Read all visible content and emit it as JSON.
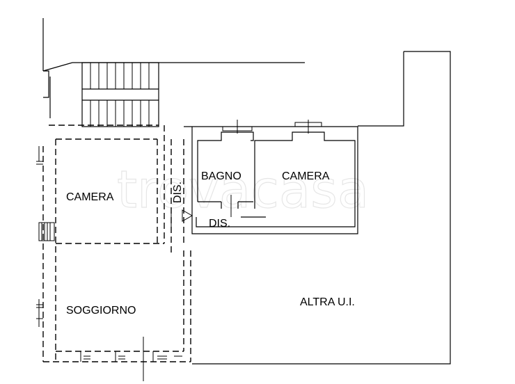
{
  "watermark": "trovacasa",
  "rooms": {
    "camera_left": "CAMERA",
    "soggiorno": "SOGGIORNO",
    "bagno": "BAGNO",
    "camera_right": "CAMERA",
    "dis_vertical": "DIS.",
    "dis_horizontal": "DIS.",
    "altra": "ALTRA U.I."
  }
}
